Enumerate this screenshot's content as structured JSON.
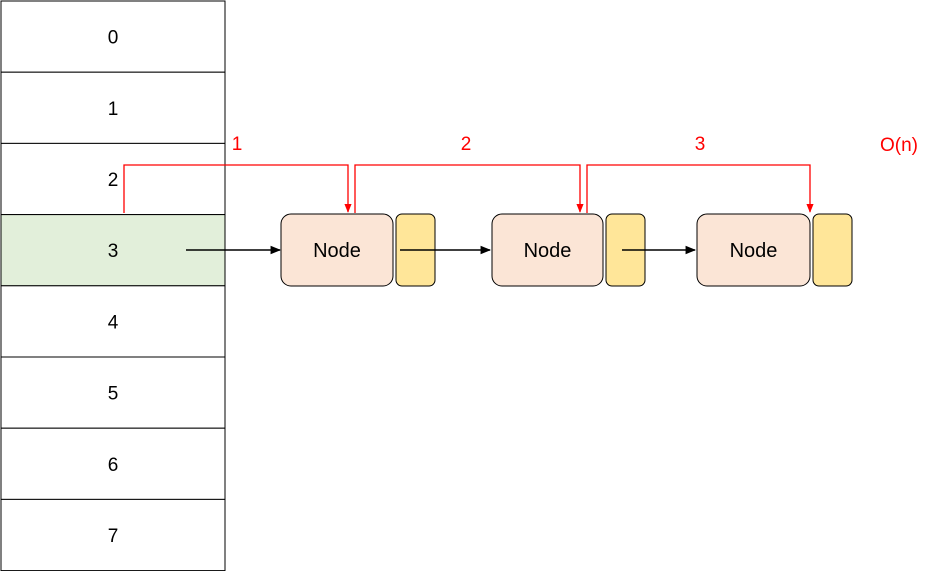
{
  "table": {
    "buckets": [
      "0",
      "1",
      "2",
      "3",
      "4",
      "5",
      "6",
      "7"
    ],
    "highlighted_index": 3,
    "highlight_color": "#e2efda",
    "border_color": "#000000"
  },
  "list": {
    "nodes": [
      {
        "label": "Node"
      },
      {
        "label": "Node"
      },
      {
        "label": "Node"
      }
    ],
    "node_fill": "#fbe5d6",
    "pointer_fill": "#ffe699"
  },
  "traversal": {
    "steps": [
      "1",
      "2",
      "3"
    ],
    "complexity": "O(n)",
    "color": "#ff0000"
  }
}
